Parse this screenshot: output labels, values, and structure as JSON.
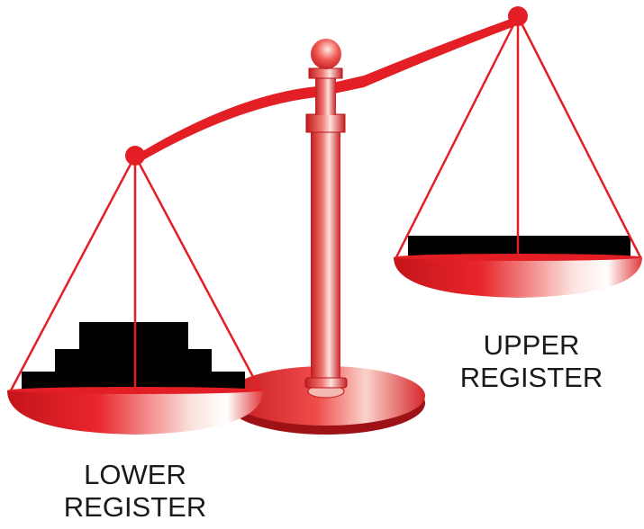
{
  "labels": {
    "upper": {
      "line1": "UPPER",
      "line2": "REGISTER"
    },
    "lower": {
      "line1": "LOWER",
      "line2": "REGISTER"
    }
  },
  "colors": {
    "scale_red": "#e31e24",
    "weights": "#000000",
    "text": "#1a1a1a"
  }
}
